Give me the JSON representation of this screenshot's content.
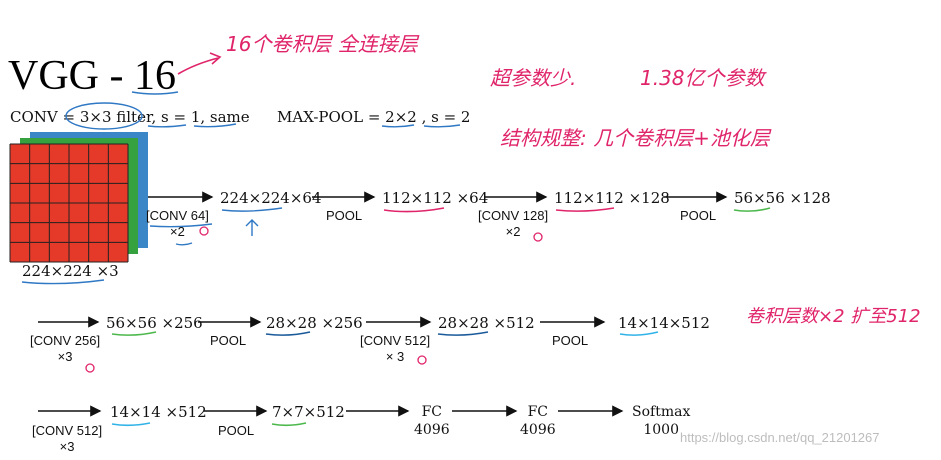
{
  "title": "VGG - 16",
  "conv_spec": "CONV = 3×3 filter, s = 1, same",
  "pool_spec": "MAX-POOL = 2×2 , s = 2",
  "input_label": "224×224 ×3",
  "row1": {
    "op1": "[CONV 64]",
    "op1_mult": "×2",
    "dim1": "224×224×64",
    "op2": "POOL",
    "dim2": "112×112 ×64",
    "op3": "[CONV 128]",
    "op3_mult": "×2",
    "dim3": "112×112 ×128",
    "op4": "POOL",
    "dim4": "56×56 ×128"
  },
  "row2": {
    "op1": "[CONV 256]",
    "op1_mult": "×3",
    "dim1": "56×56 ×256",
    "op2": "POOL",
    "dim2": "28×28 ×256",
    "op3": "[CONV 512]",
    "op3_mult": "× 3",
    "dim3": "28×28 ×512",
    "op4": "POOL",
    "dim4": "14×14×512"
  },
  "row3": {
    "op1": "[CONV 512]",
    "op1_mult": "×3",
    "dim1": "14×14 ×512",
    "op2": "POOL",
    "dim2": "7×7×512",
    "fc1": "FC",
    "fc1_units": "4096",
    "fc2": "FC",
    "fc2_units": "4096",
    "softmax": "Softmax",
    "softmax_units": "1000"
  },
  "handwritten": {
    "note1": "16个卷积层 全连接层",
    "note2": "超参数少.",
    "note3": "1.38亿个参数",
    "note4": "结构规整: 几个卷积层+池化层",
    "note5": "卷积层数×2 扩至512"
  },
  "watermark": "https://blog.csdn.net/qq_21201267",
  "colors": {
    "cube_front": "#e53a2a",
    "cube_mid": "#36a23f",
    "cube_back": "#3b86c6",
    "annotation_pink": "#e0246a",
    "annotation_blue": "#2f78c4",
    "underline_green": "#4cb84c",
    "underline_cyan": "#31b3e8",
    "underline_navy": "#1a5a9a"
  }
}
